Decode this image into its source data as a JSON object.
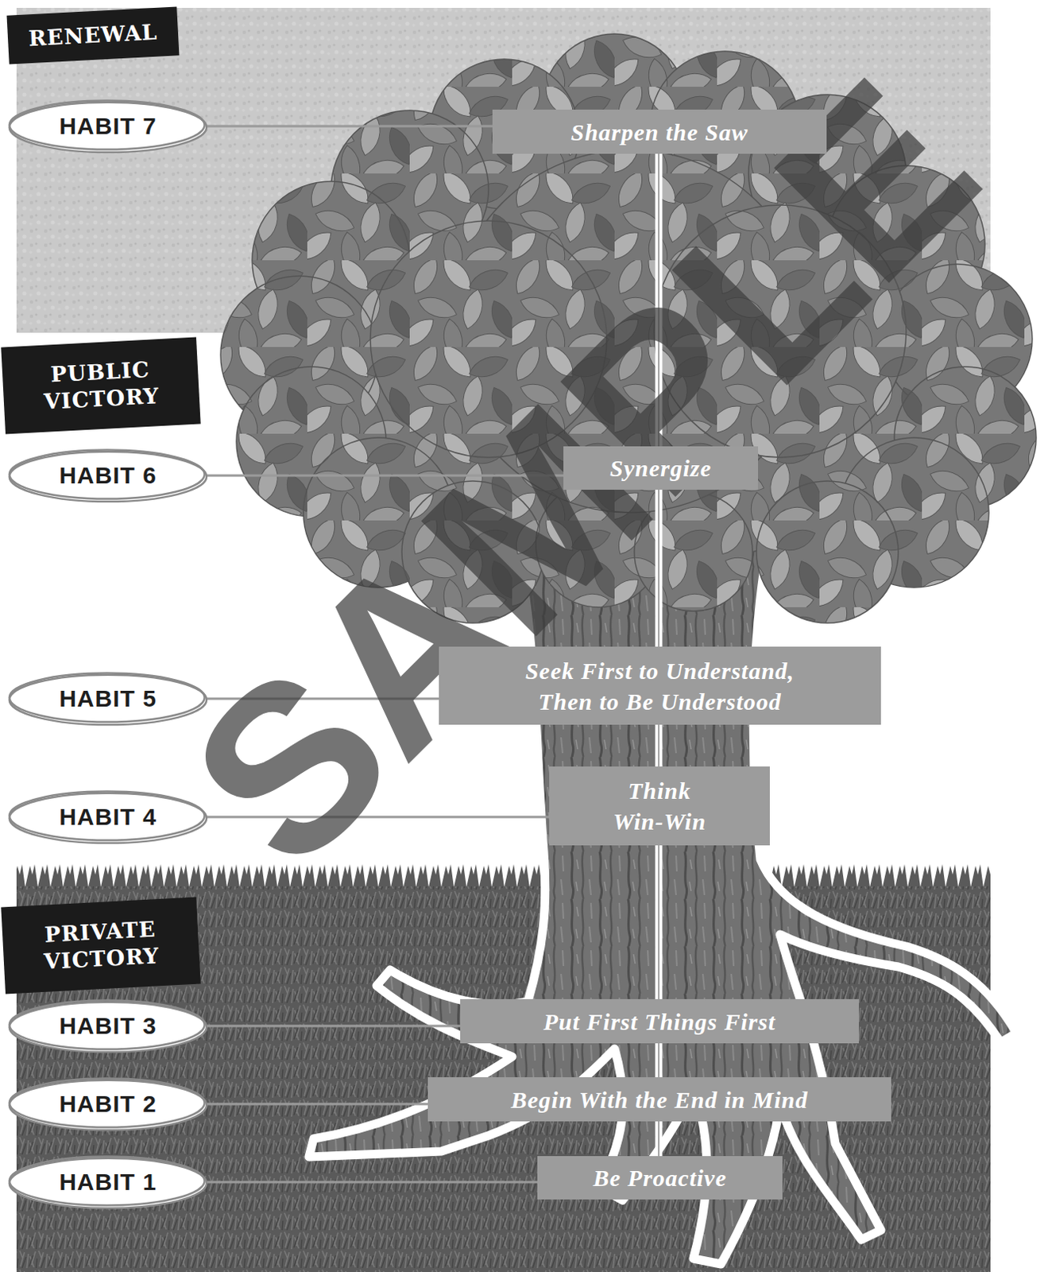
{
  "diagram": {
    "nodes": [
      {
        "text": [
          "RENEWAL"
        ]
      },
      {
        "text": [
          "HABIT 7"
        ]
      },
      {
        "text": [
          "Sharpen the Saw"
        ]
      },
      {
        "text": [
          "PUBLIC VICTORY"
        ]
      },
      {
        "text": [
          "HABIT 6"
        ]
      },
      {
        "text": [
          "Synergize"
        ]
      },
      {
        "text": [
          "HABIT 5"
        ]
      },
      {
        "text": [
          "Seek First to Understand, Then to Be Understood"
        ]
      },
      {
        "text": [
          "HABIT 4"
        ]
      },
      {
        "text": [
          "Think Win-Win"
        ]
      },
      {
        "text": [
          "PRIVATE VICTORY"
        ]
      },
      {
        "text": [
          "HABIT 3"
        ]
      },
      {
        "text": [
          "Put First Things First"
        ]
      },
      {
        "text": [
          "HABIT 2"
        ]
      },
      {
        "text": [
          "Begin With the End in Mind"
        ]
      },
      {
        "text": [
          "HABIT 1"
        ]
      },
      {
        "text": [
          "Be Proactive"
        ]
      }
    ],
    "edges": [
      {
        "from": 1,
        "to": 2,
        "arrow": "none"
      },
      {
        "from": 4,
        "to": 5,
        "arrow": "none"
      },
      {
        "from": 6,
        "to": 7,
        "arrow": "none"
      },
      {
        "from": 8,
        "to": 9,
        "arrow": "none"
      },
      {
        "from": 11,
        "to": 12,
        "arrow": "none"
      },
      {
        "from": 13,
        "to": 14,
        "arrow": "none"
      },
      {
        "from": 15,
        "to": 16,
        "arrow": "none"
      }
    ],
    "labels": [
      "SAMPLE"
    ]
  }
}
